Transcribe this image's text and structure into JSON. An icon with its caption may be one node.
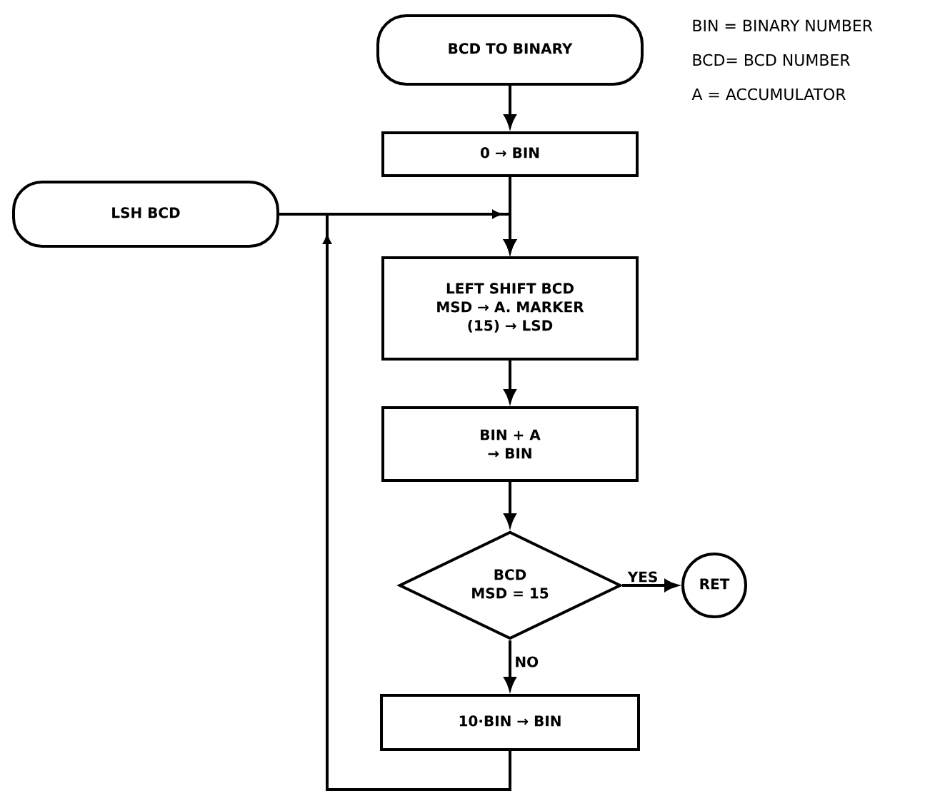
{
  "diagram": {
    "nodes": [
      {
        "text": [
          "BCD TO BINARY"
        ]
      },
      {
        "text": [
          "0 → BIN"
        ]
      },
      {
        "text": [
          "LSH BCD"
        ]
      },
      {
        "text": [
          "LEFT SHIFT BCD",
          "MSD → A. MARKER",
          "(15) → LSD"
        ]
      },
      {
        "text": [
          "BIN + A → BIN"
        ]
      },
      {
        "text": [
          "BCD",
          "MSD = 15"
        ]
      },
      {
        "text": [
          "RET"
        ]
      },
      {
        "text": [
          "10·BIN → BIN"
        ]
      }
    ],
    "edges": [
      {
        "from": 0,
        "to": 1,
        "arrow": "to"
      },
      {
        "from": 1,
        "to": 3,
        "arrow": "to"
      },
      {
        "from": 2,
        "to": 3,
        "arrow": "to"
      },
      {
        "from": 3,
        "to": 4,
        "arrow": "to"
      },
      {
        "from": 4,
        "to": 5,
        "arrow": "to"
      },
      {
        "from": 5,
        "to": 6,
        "arrow": "to",
        "label": "YES"
      },
      {
        "from": 5,
        "to": 7,
        "arrow": "to",
        "label": "NO"
      },
      {
        "from": 7,
        "to": 3,
        "arrow": "to"
      }
    ],
    "labels": [
      "BIN = BINARY NUMBER",
      "BCD= BCD NUMBER",
      "A = ACCUMULATOR"
    ]
  }
}
